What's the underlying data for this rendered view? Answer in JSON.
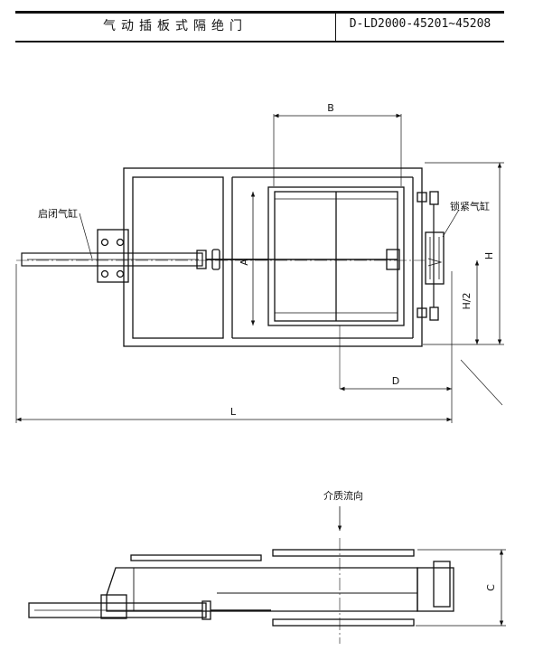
{
  "header": {
    "title": "气动插板式隔绝门",
    "code": "D-LD2000-45201~45208"
  },
  "dimensions": {
    "B": "B",
    "A": "A",
    "H": "H",
    "H2": "H/2",
    "D": "D",
    "L": "L",
    "C": "C"
  },
  "labels": {
    "open_close_cylinder": "启闭气缸",
    "locking_cylinder": "锁紧气缸",
    "medium_flow": "介质流向"
  }
}
